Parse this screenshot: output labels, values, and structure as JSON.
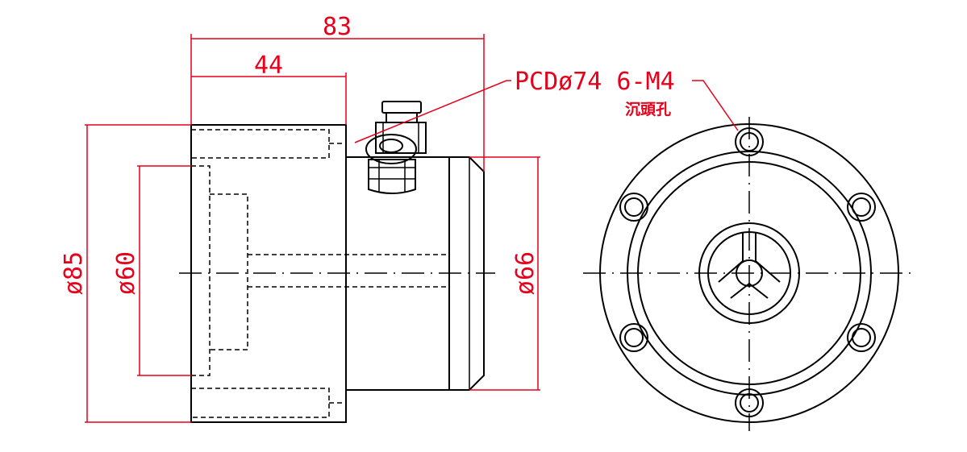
{
  "colors": {
    "dimension": "#e8001a",
    "outline": "#000000",
    "background": "#ffffff"
  },
  "dimensions": {
    "overall_length": "83",
    "front_section_length": "44",
    "outer_diameter": "ø85",
    "bore_diameter": "ø60",
    "rear_diameter": "ø66"
  },
  "callout": {
    "hole_spec": "PCDø74 6-M4",
    "hole_note": "沉頭孔"
  }
}
